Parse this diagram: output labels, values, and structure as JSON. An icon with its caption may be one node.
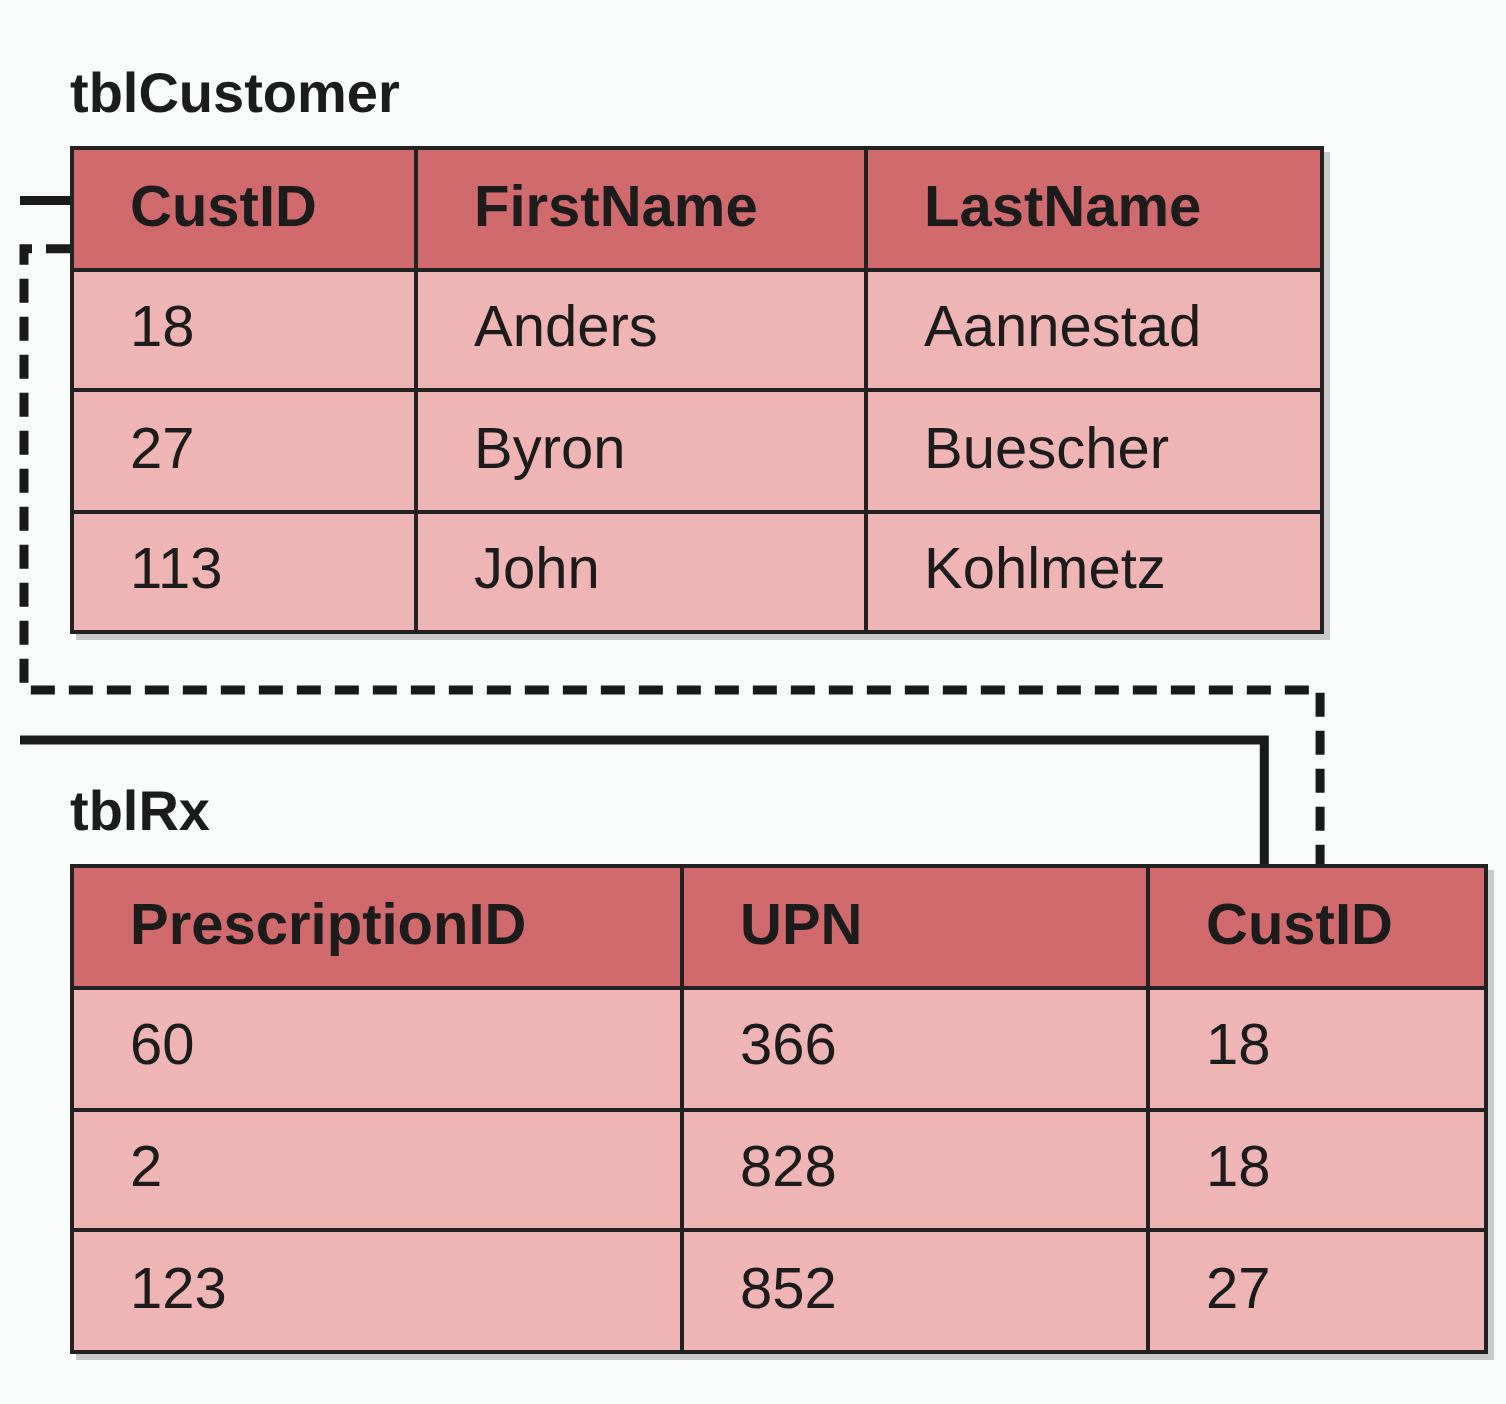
{
  "diagram": {
    "nodes": [
      {
        "text": [
          "tblCustomer"
        ]
      },
      {
        "text": [
          "CustID"
        ],
        "in": 0
      },
      {
        "text": [
          "tblRx"
        ]
      },
      {
        "text": [
          "CustID"
        ],
        "in": 2
      }
    ],
    "edges": [
      {
        "from": null,
        "to": 1,
        "arrow": "none"
      },
      {
        "from": 1,
        "to": 3,
        "arrow": "none",
        "style": "dashed"
      },
      {
        "from": null,
        "to": 3,
        "arrow": "none"
      }
    ],
    "labels": [
      "FirstName",
      "LastName",
      "18",
      "Anders",
      "Aannestad",
      "27",
      "Byron",
      "Buescher",
      "113",
      "John",
      "Kohlmetz",
      "PrescriptionID",
      "UPN",
      "60",
      "366",
      "18",
      "2",
      "828",
      "18",
      "123",
      "852",
      "27"
    ]
  }
}
